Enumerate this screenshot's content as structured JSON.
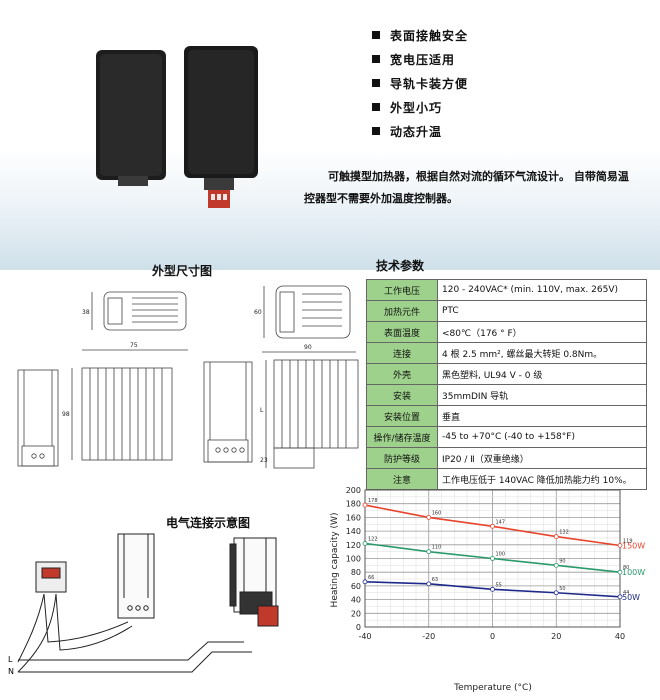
{
  "features": [
    "表面接触安全",
    "宽电压适用",
    "导轨卡装方便",
    "外型小巧",
    "动态升温"
  ],
  "description": "可触摸型加热器，根据自然对流的循环气流设计。 自带简易温控器型不需要外加温度控制器。",
  "sections": {
    "dims_title": "外型尺寸图",
    "spec_title": "技术参数",
    "wiring_title": "电气连接示意图"
  },
  "dims_labels": {
    "d38": "38",
    "d75": "75",
    "d98": "98",
    "d60": "60",
    "d90": "90",
    "dL": "L",
    "d23": "23"
  },
  "wiring_labels": {
    "L": "L",
    "N": "N"
  },
  "specs": [
    {
      "k": "工作电压",
      "v": "120 - 240VAC* (min. 110V, max. 265V)"
    },
    {
      "k": "加热元件",
      "v": "PTC"
    },
    {
      "k": "表面温度",
      "v": "<80℃（176 ° F）"
    },
    {
      "k": "连接",
      "v": "4 根 2.5 mm², 螺丝最大转矩 0.8Nm。"
    },
    {
      "k": "外壳",
      "v": "黑色塑料,   UL94 V - 0 级"
    },
    {
      "k": "安装",
      "v": "35mmDIN 导轨"
    },
    {
      "k": "安装位置",
      "v": "垂直"
    },
    {
      "k": "操作/储存温度",
      "v": "-45 to +70°C (-40 to +158°F)"
    },
    {
      "k": "防护等级",
      "v": "IP20 / Ⅱ（双重绝缘）"
    },
    {
      "k": "注意",
      "v": "工作电压低于 140VAC 降低加热能力约 10%。"
    }
  ],
  "colors": {
    "spec_key_bg": "#9ed28c",
    "series_150": "#e8442c",
    "series_100": "#2a9a6a",
    "series_50": "#1e2a8a"
  },
  "chart_data": {
    "type": "line",
    "xlabel": "Temperature (°C)",
    "ylabel": "Heating capacity (W)",
    "xlim": [
      -40,
      40
    ],
    "ylim": [
      0,
      200
    ],
    "xticks": [
      -40,
      -20,
      0,
      20,
      40
    ],
    "yticks": [
      0,
      20,
      40,
      60,
      80,
      100,
      120,
      140,
      160,
      180,
      200
    ],
    "grid": true,
    "series": [
      {
        "name": "150W",
        "color": "#e8442c",
        "x": [
          -40,
          -20,
          0,
          20,
          40
        ],
        "y": [
          178,
          160,
          147,
          132,
          119
        ],
        "labels": [
          "178",
          "160",
          "147",
          "132",
          "119"
        ]
      },
      {
        "name": "100W",
        "color": "#2a9a6a",
        "x": [
          -40,
          -20,
          0,
          20,
          40
        ],
        "y": [
          122,
          110,
          100,
          90,
          80
        ],
        "labels": [
          "122",
          "110",
          "100",
          "90",
          "80"
        ]
      },
      {
        "name": "50W",
        "color": "#1e2a8a",
        "x": [
          -40,
          -20,
          0,
          20,
          40
        ],
        "y": [
          66,
          63,
          55,
          50,
          44
        ],
        "labels": [
          "66",
          "63",
          "55",
          "50",
          "44"
        ]
      }
    ]
  }
}
